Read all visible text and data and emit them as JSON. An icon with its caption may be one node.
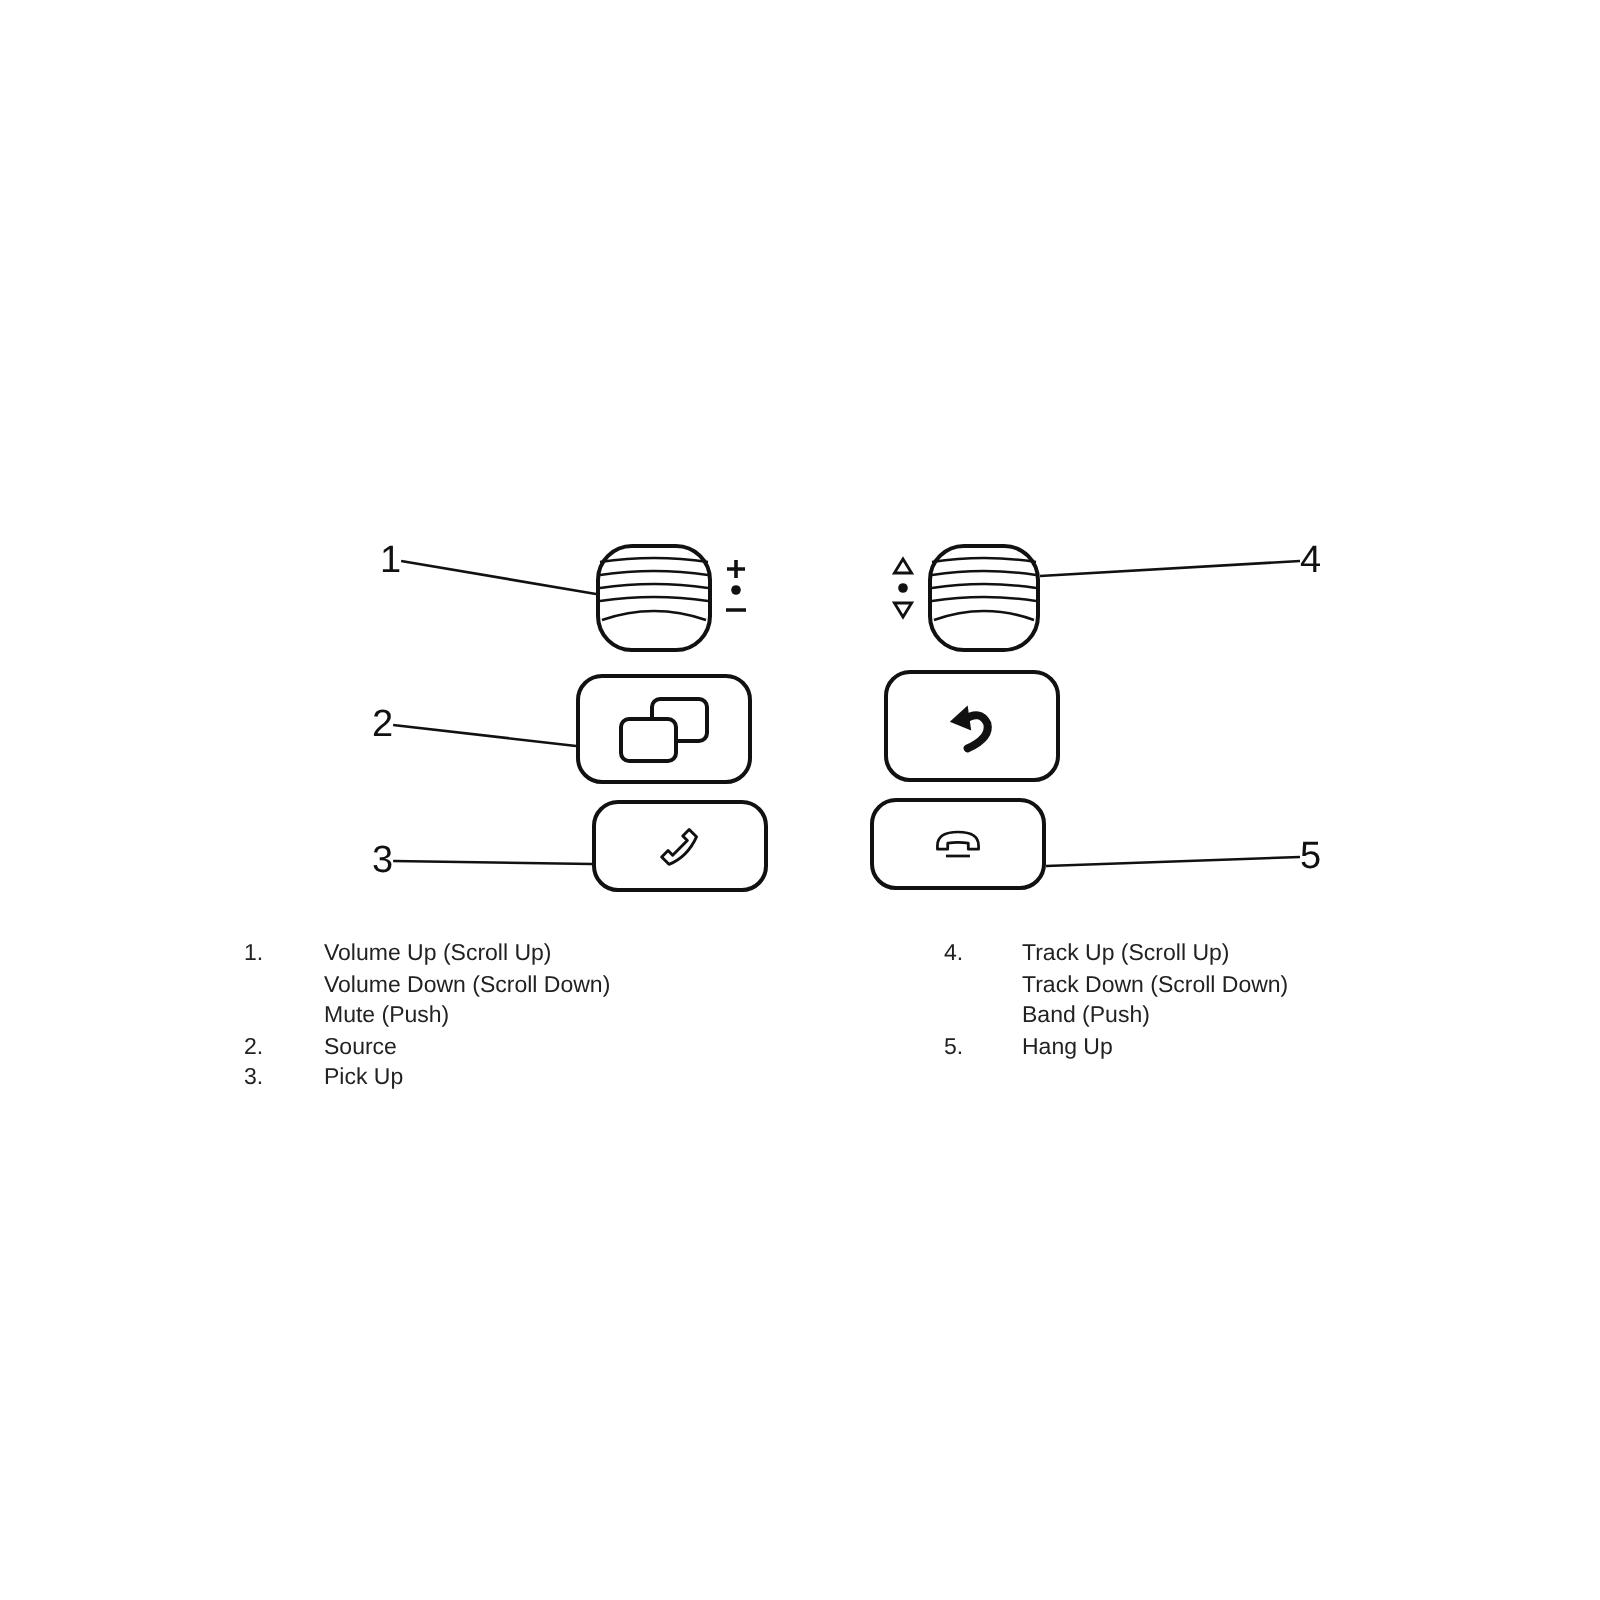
{
  "diagram": {
    "nodes": [
      {
        "text": [
          "1"
        ]
      },
      {
        "text": [],
        "shape": "picture"
      },
      {
        "text": [
          "2"
        ]
      },
      {
        "text": [],
        "shape": "box"
      },
      {
        "text": [
          "3"
        ]
      },
      {
        "text": [],
        "shape": "box"
      },
      {
        "text": [
          "4"
        ]
      },
      {
        "text": [],
        "shape": "picture"
      },
      {
        "text": [],
        "shape": "box"
      },
      {
        "text": [
          "5"
        ]
      },
      {
        "text": [],
        "shape": "box"
      }
    ],
    "edges": [
      {
        "from": 0,
        "to": 1,
        "arrow": "none"
      },
      {
        "from": 2,
        "to": 3,
        "arrow": "none"
      },
      {
        "from": 4,
        "to": 5,
        "arrow": "none"
      },
      {
        "from": 6,
        "to": 7,
        "arrow": "none"
      },
      {
        "from": 9,
        "to": 10,
        "arrow": "none"
      }
    ],
    "labels": [
      "1.",
      "Volume Up (Scroll Up)",
      "Volume Down (Scroll Down)",
      "Mute (Push)",
      "2.",
      "Source",
      "3.",
      "Pick Up",
      "4.",
      "Track Up (Scroll Up)",
      "Track Down (Scroll Down)",
      "Band (Push)",
      "5.",
      "Hang Up"
    ]
  }
}
